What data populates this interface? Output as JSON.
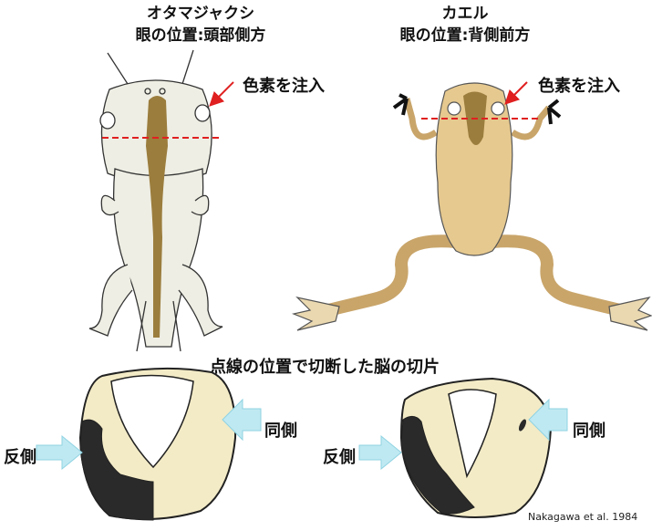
{
  "tadpole": {
    "title": "オタマジャクシ",
    "subtitle": "眼の位置:頭部側方",
    "injection_label": "色素を注入"
  },
  "frog": {
    "title": "カエル",
    "subtitle": "眼の位置:背側前方",
    "injection_label": "色素を注入"
  },
  "sections": {
    "caption": "点線の位置で切断した脳の切片",
    "left": {
      "ipsilateral": "同側",
      "contralateral": "反側"
    },
    "right": {
      "ipsilateral": "同側",
      "contralateral": "反側"
    }
  },
  "citation": "Nakagawa et al. 1984",
  "colors": {
    "tadpole_body": "#eeeee4",
    "frog_body": "#e6c98f",
    "brain_stripe": "#9b7d3d",
    "dashed_line": "#e02020",
    "arrow_red": "#e02020",
    "section_fill": "#f3ebc6",
    "labeled_region": "#2a2a2a",
    "blue_arrow": "#bfe9f2"
  }
}
